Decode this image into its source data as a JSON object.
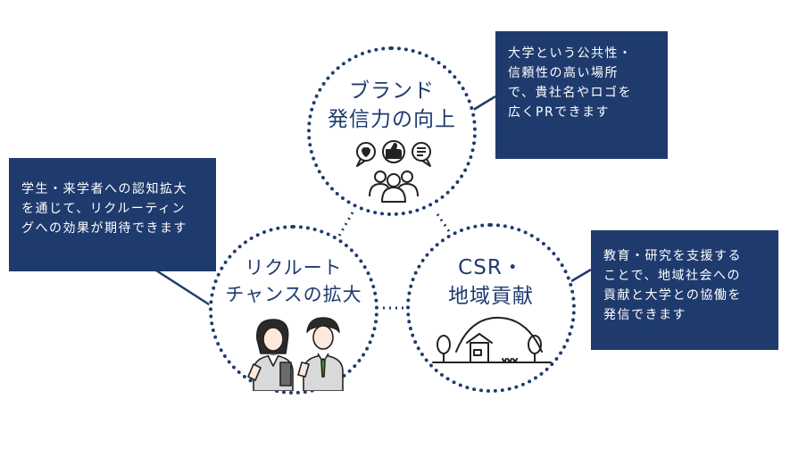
{
  "circles": {
    "brand": {
      "title_line1": "ブランド",
      "title_line2": "発信力の向上"
    },
    "recruit": {
      "title_line1": "リクルート",
      "title_line2": "チャンスの拡大"
    },
    "csr": {
      "title_line1": "CSR・",
      "title_line2": "地域貢献"
    }
  },
  "callouts": {
    "brand": {
      "lines": [
        "大学という公共性・",
        "信頼性の高い場所",
        "で、貴社名やロゴを",
        "広くPRできます"
      ]
    },
    "recruit": {
      "lines": [
        "学生・来学者への認知拡大",
        "を通じて、リクルーティン",
        "グへの効果が期待できます"
      ]
    },
    "csr": {
      "lines": [
        "教育・研究を支援する",
        "ことで、地域社会への",
        "貢献と大学との協働を",
        "発信できます"
      ]
    }
  },
  "colors": {
    "navy": "#1f3b6e",
    "background": "#ffffff"
  },
  "icons": [
    "feedback-people-icon",
    "students-icon",
    "community-landscape-icon"
  ]
}
